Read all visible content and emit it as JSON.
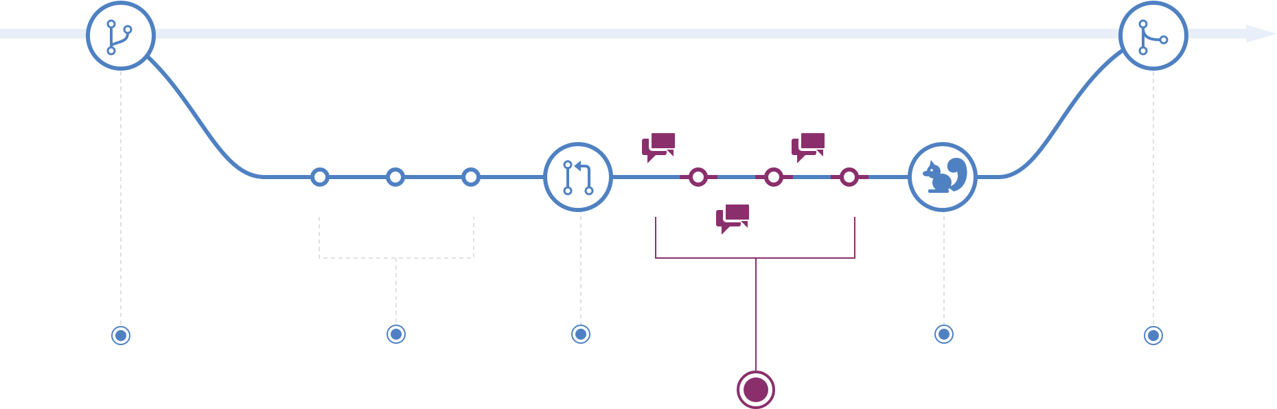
{
  "colors": {
    "blue": "#4F81C2",
    "purple": "#8A2F6C",
    "track": "#E9EFF8",
    "guide": "#D3D6DB",
    "white": "#ffffff"
  },
  "stages": [
    {
      "id": "create-branch",
      "icon": "branch-icon",
      "interactable": true
    },
    {
      "id": "add-commits",
      "icon": "commit-group",
      "interactable": true
    },
    {
      "id": "open-pull-request",
      "icon": "pull-request-icon",
      "interactable": true
    },
    {
      "id": "discuss-review",
      "icon": "comment-group",
      "interactable": true
    },
    {
      "id": "deploy",
      "icon": "squirrel-icon",
      "interactable": true
    },
    {
      "id": "merge",
      "icon": "merge-icon",
      "interactable": true
    }
  ],
  "commit_counts": {
    "before_pull_request": 3,
    "during_review": 3
  },
  "discussion_bubbles": 3
}
